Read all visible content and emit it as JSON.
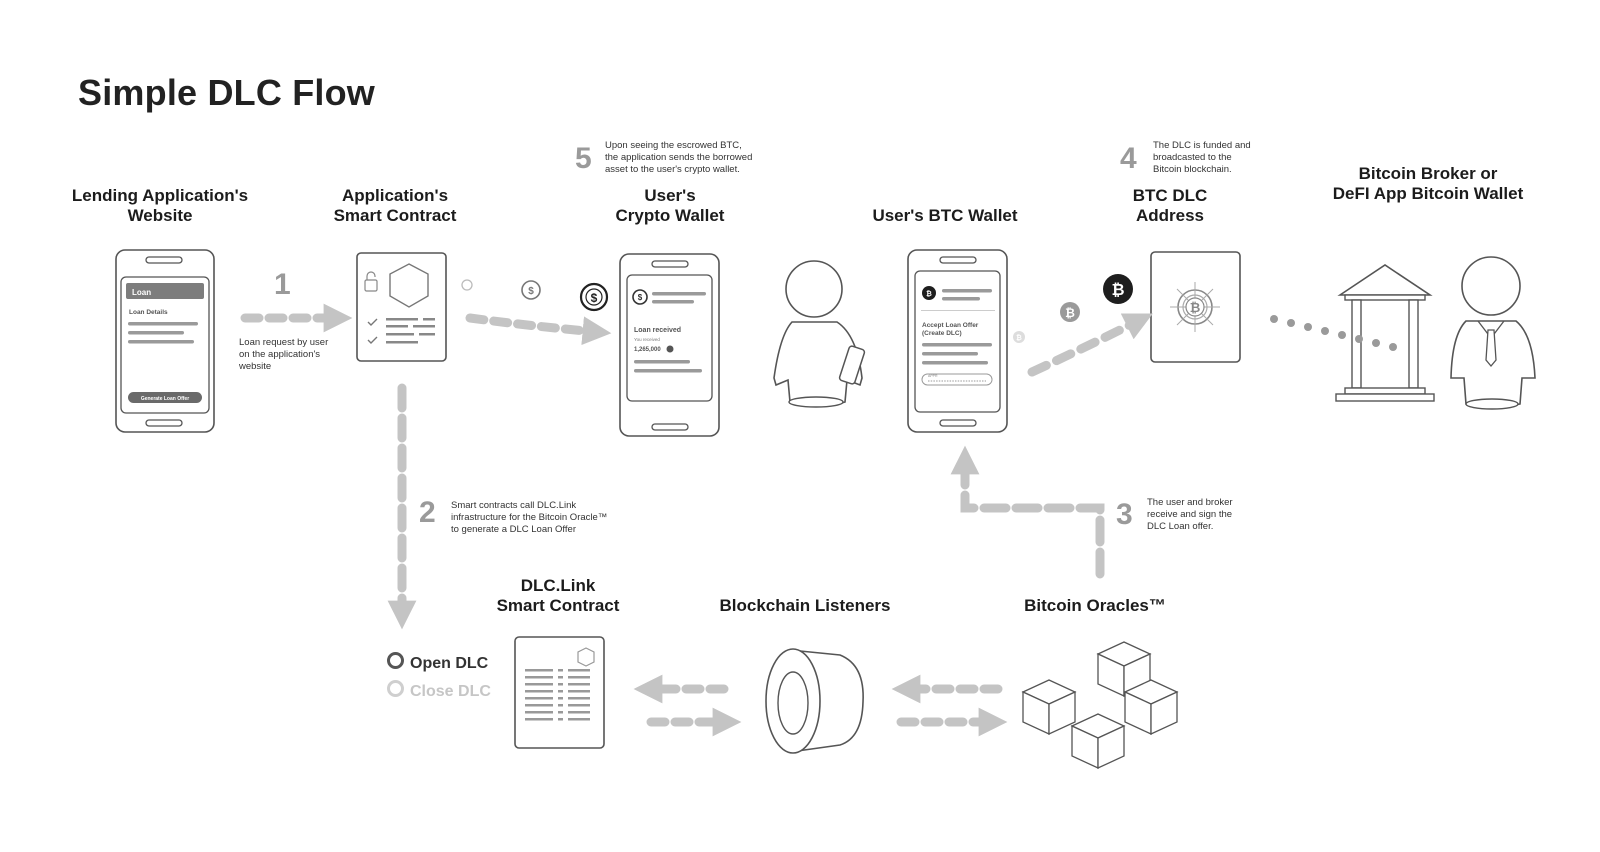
{
  "title": "Simple DLC Flow",
  "nodes": {
    "lending_site": "Lending Application's\nWebsite",
    "app_contract": "Application's\nSmart Contract",
    "crypto_wallet": "User's\nCrypto Wallet",
    "btc_wallet": "User's BTC Wallet",
    "btc_dlc_address": "BTC DLC\nAddress",
    "broker_wallet": "Bitcoin Broker or\nDeFI App Bitcoin Wallet",
    "dlc_link_contract": "DLC.Link\nSmart Contract",
    "blockchain_listeners": "Blockchain Listeners",
    "bitcoin_oracles": "Bitcoin Oracles™"
  },
  "steps": [
    {
      "num": "1",
      "text": "Loan request by user\non the application's\nwebsite"
    },
    {
      "num": "2",
      "text": "Smart contracts call DLC.Link\ninfrastructure for the Bitcoin Oracle™\nto generate a DLC Loan Offer"
    },
    {
      "num": "3",
      "text": "The user and broker\nreceive and sign the\nDLC Loan offer."
    },
    {
      "num": "4",
      "text": "The DLC is funded and\nbroadcasted to the\nBitcoin blockchain."
    },
    {
      "num": "5",
      "text": "Upon seeing the escrowed BTC,\nthe application sends the borrowed\nasset to the user's crypto wallet."
    }
  ],
  "phone_screens": {
    "lending": {
      "header": "Loan",
      "subheader": "Loan Details",
      "button": "Generate Loan Offer"
    },
    "crypto": {
      "received_title": "Loan received",
      "received_sub": "You received",
      "amount": "1,265,000"
    },
    "btc": {
      "offer_title": "Accept Loan Offer",
      "offer_sub": "(Create DLC)",
      "input_label": "APPR"
    }
  },
  "dlc_states": {
    "open": "Open DLC",
    "close": "Close DLC"
  },
  "colors": {
    "line": "#555555",
    "arrow": "#c4c4c4",
    "fill": "#f2f2f2",
    "dark": "#1e1e1e"
  }
}
